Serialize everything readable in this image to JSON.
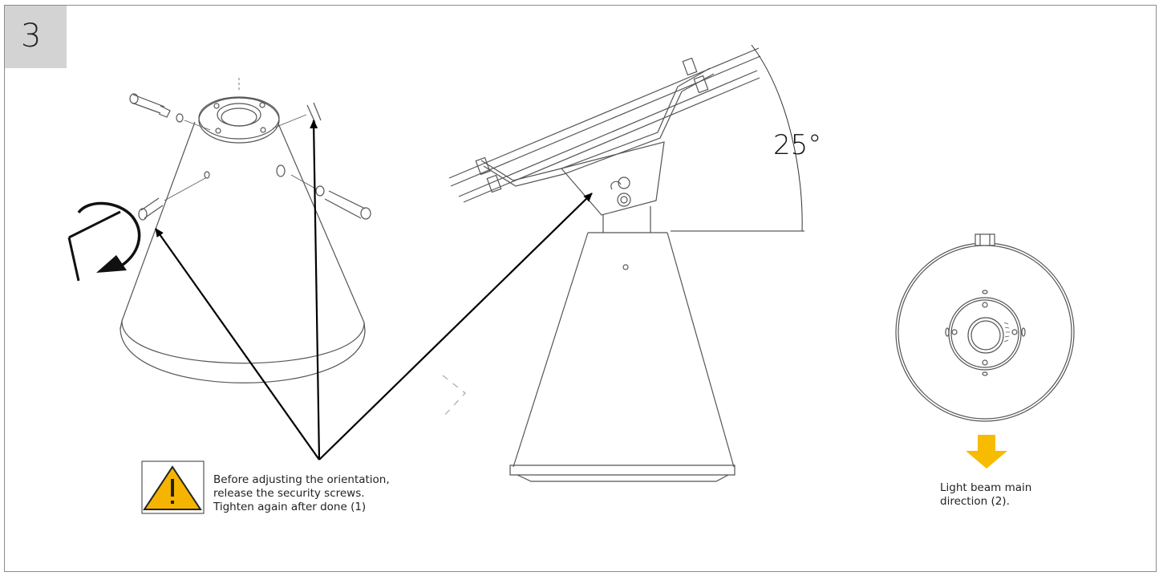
{
  "step": {
    "number": "3"
  },
  "angle_label": "25°",
  "warning_note": {
    "lines": [
      "Before adjusting the orientation,",
      "release the security screws.",
      "Tighten again after done (1)"
    ]
  },
  "beam_note": {
    "lines": [
      "Light beam main",
      "direction (2)."
    ]
  },
  "colors": {
    "frame": "#8c8c8c",
    "step_box": "#d3d3d3",
    "warning_fill": "#f5b400",
    "arrow_fill": "#f7bb00",
    "line": "#444444"
  },
  "icons": [
    "warning-triangle-icon",
    "allen-key-rotate-icon",
    "down-arrow-icon"
  ]
}
